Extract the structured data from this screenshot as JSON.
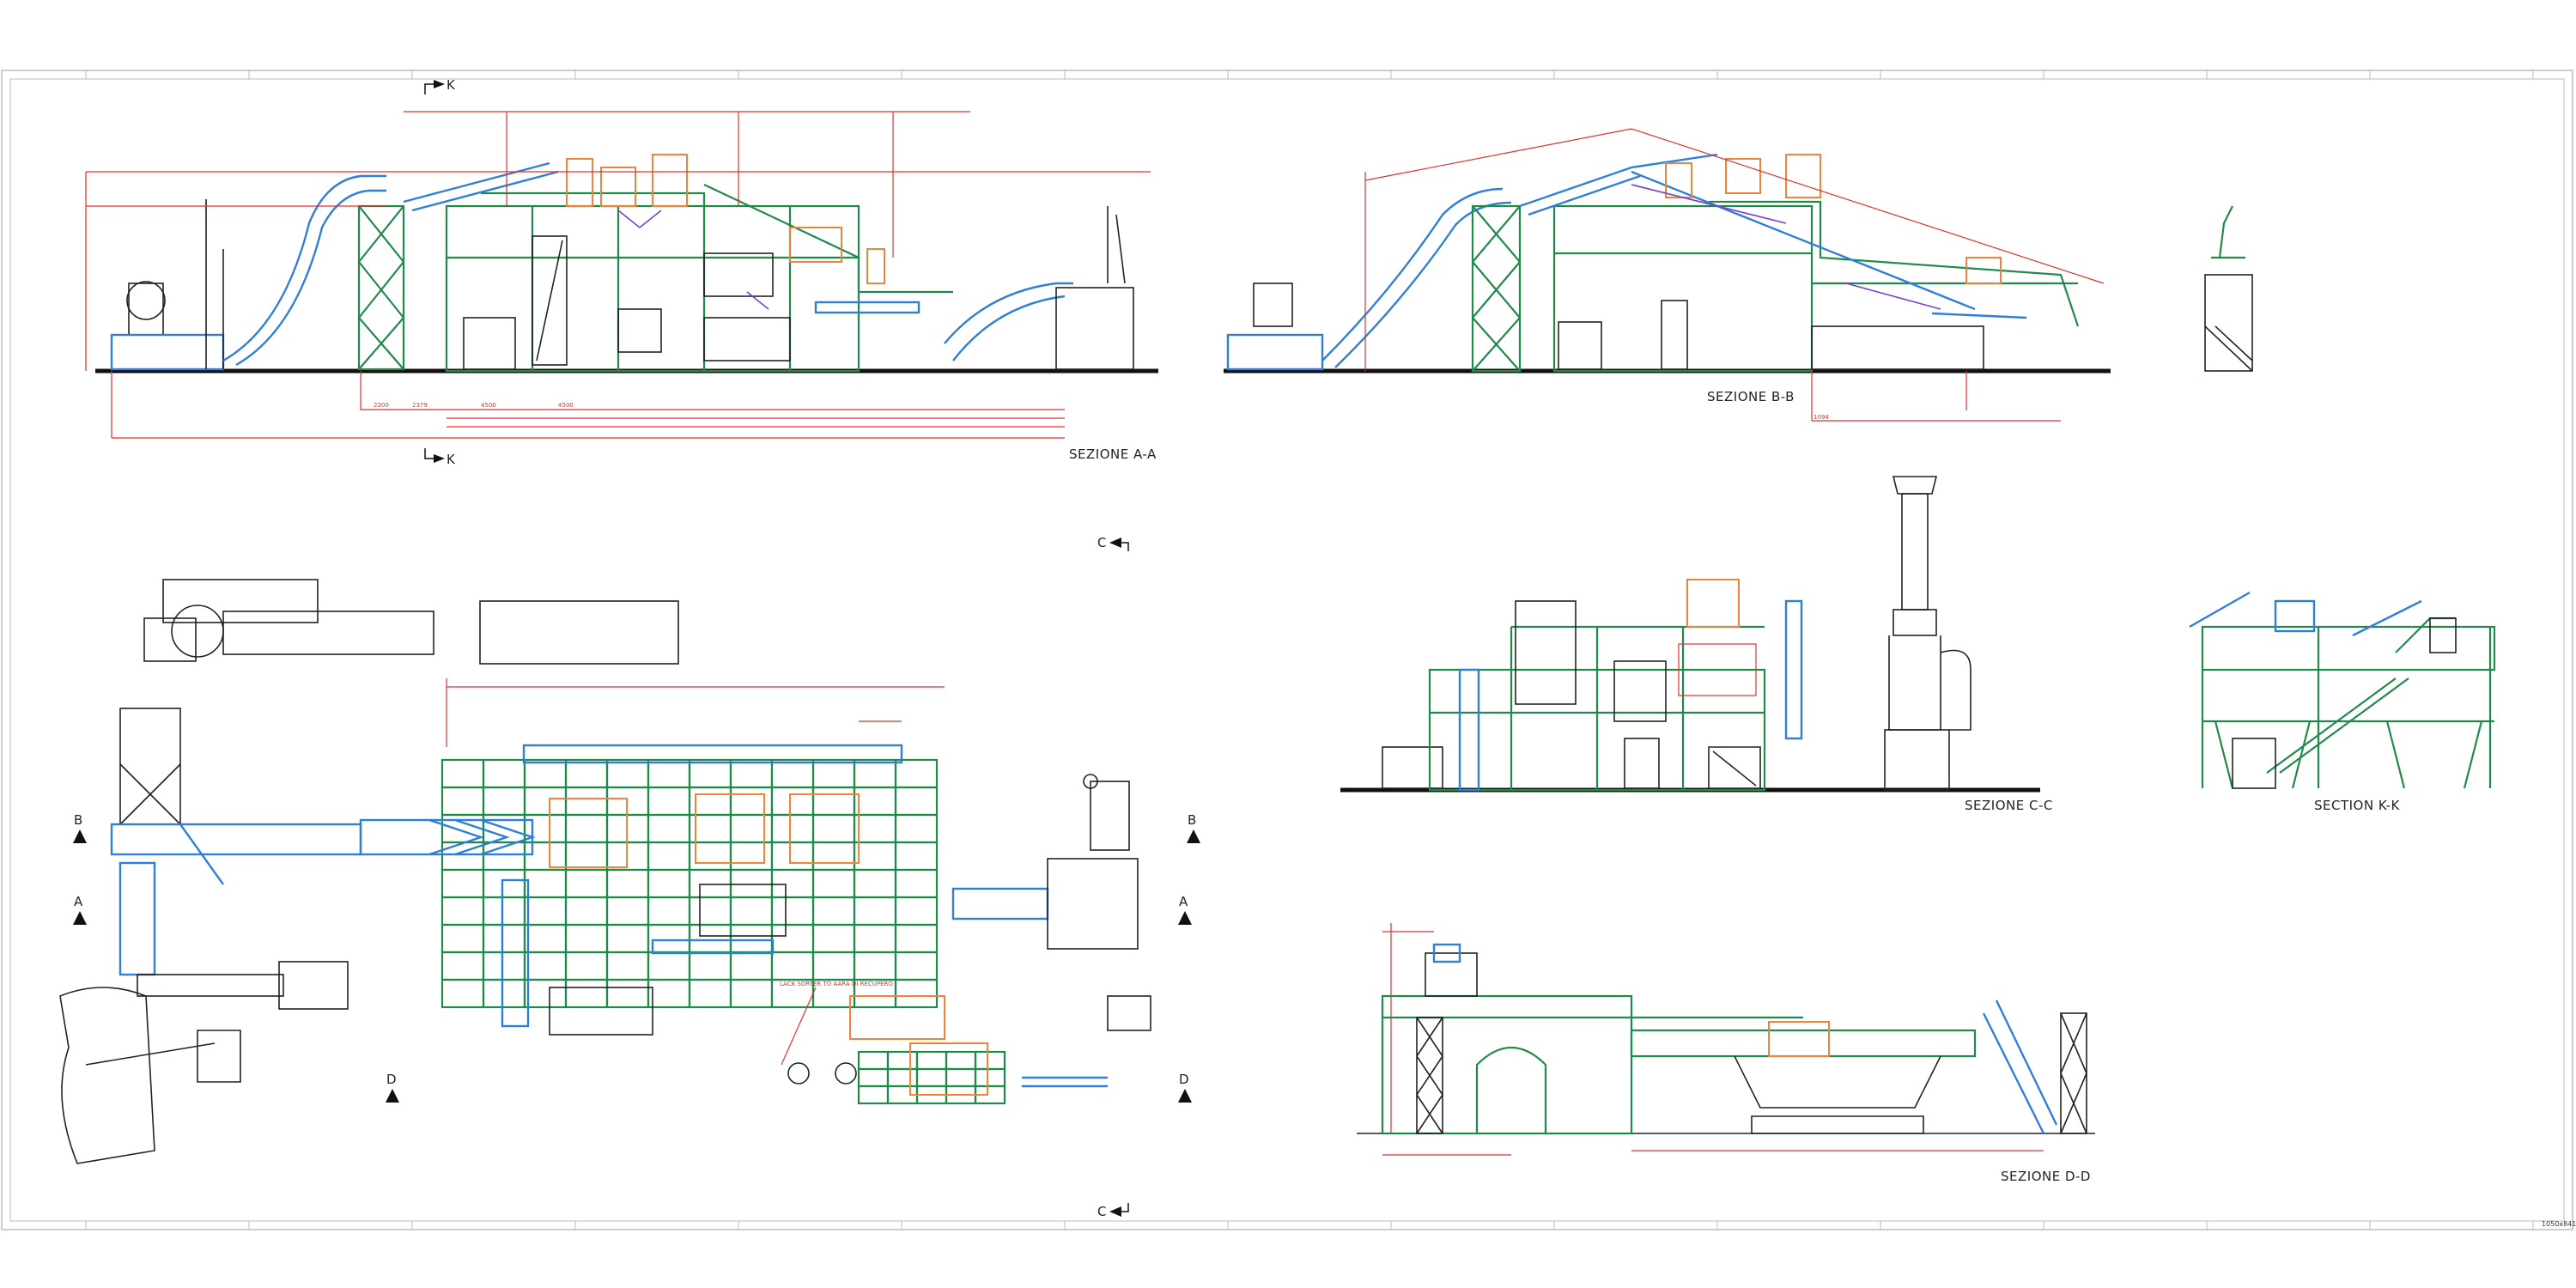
{
  "sheet": {
    "size_note": "1050x841"
  },
  "views": {
    "section_aa": "SEZIONE A-A",
    "section_bb": "SEZIONE B-B",
    "section_cc": "SEZIONE C-C",
    "section_kk": "SECTION K-K",
    "section_dd": "SEZIONE D-D"
  },
  "markers": {
    "k": "K",
    "b": "B",
    "a": "A",
    "c": "C",
    "d": "D"
  },
  "annotations": {
    "plan_note": "LACK SORTER TO AARA DI RECUPERO"
  },
  "dimensions_aa": [
    "2200",
    "2379",
    "4500",
    "4500"
  ],
  "dimensions_bb": [
    "1094"
  ],
  "colors": {
    "dimension": "#e03030",
    "structure": "#1f8a4a",
    "conveyor": "#2f7fd8",
    "equipment": "#f0823a",
    "outline": "#222222"
  }
}
